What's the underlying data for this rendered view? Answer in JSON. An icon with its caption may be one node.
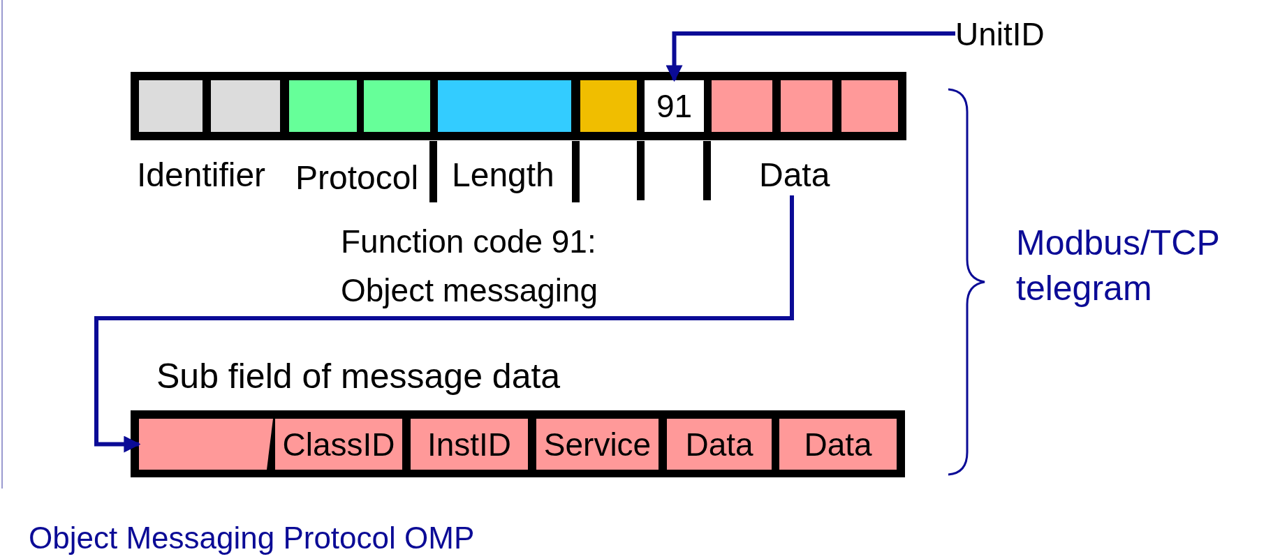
{
  "diagram": {
    "caption": "Object Messaging Protocol OMP",
    "nodes": [
      {
        "text": [],
        "shape": "bar"
      },
      {
        "text": [],
        "shape": "box",
        "in": 0
      },
      {
        "text": [],
        "shape": "box",
        "in": 0
      },
      {
        "text": [],
        "shape": "box",
        "in": 0
      },
      {
        "text": [],
        "shape": "box",
        "in": 0
      },
      {
        "text": [],
        "shape": "box",
        "in": 0
      },
      {
        "text": [],
        "shape": "box",
        "in": 0
      },
      {
        "text": [
          "91"
        ],
        "in": 0
      },
      {
        "text": [],
        "shape": "box",
        "in": 0
      },
      {
        "text": [],
        "shape": "box",
        "in": 0
      },
      {
        "text": [],
        "shape": "box",
        "in": 0
      },
      {
        "text": [
          "UnitID"
        ]
      },
      {
        "text": [
          "Data"
        ]
      },
      {
        "text": [],
        "shape": "bar"
      },
      {
        "text": [],
        "shape": "box",
        "in": 13
      },
      {
        "text": [
          "ClassID"
        ],
        "in": 13
      },
      {
        "text": [
          "InstID"
        ],
        "in": 13
      },
      {
        "text": [
          "Service"
        ],
        "in": 13
      },
      {
        "text": [
          "Data"
        ],
        "in": 13
      },
      {
        "text": [
          "Data"
        ],
        "in": 13
      }
    ],
    "edges": [
      {
        "from": 11,
        "to": 7,
        "arrow": "to"
      },
      {
        "from": 12,
        "to": 14,
        "arrow": "to"
      }
    ],
    "labels": [
      "Identifier",
      "Protocol",
      "Length",
      "Function code 91: Object messaging",
      "Sub field of message data",
      "Modbus/TCP telegram"
    ]
  }
}
